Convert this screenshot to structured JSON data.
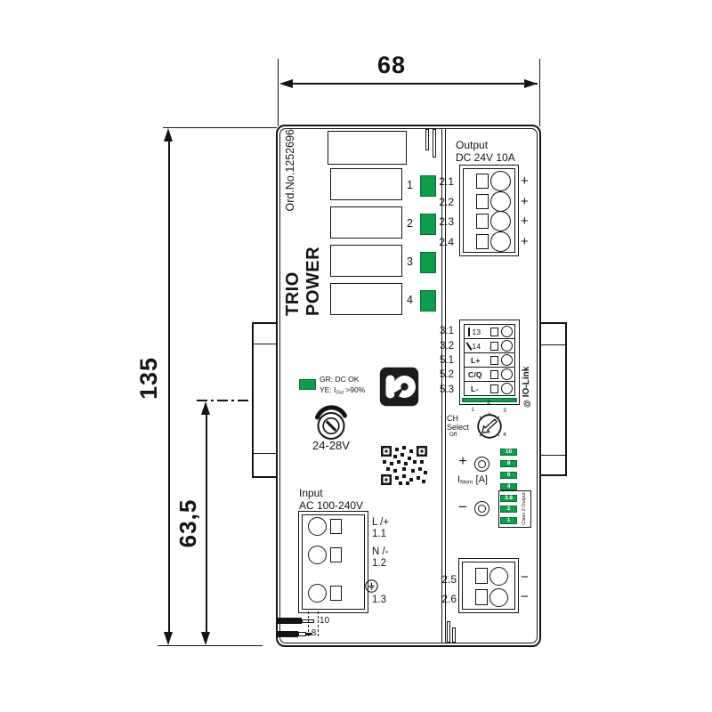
{
  "drawing": {
    "width_dim": "68",
    "height_dim": "135",
    "offset_dim": "63,5",
    "strip_solid": "10",
    "strip_ferrule": "8"
  },
  "device": {
    "brand": "TRIO POWER",
    "order_no": "Ord.No.1252696",
    "channel_labels": [
      "1",
      "2",
      "3",
      "4"
    ],
    "status_led": {
      "line1": "GR: DC OK",
      "line2_pre": "YE: I",
      "line2_sub": "Out",
      "line2_post": " >90%"
    },
    "pot_label": "24-28V",
    "output": {
      "title": "Output",
      "subtitle": "DC 24V 10A",
      "terminals": [
        "2.1",
        "2.2",
        "2.3",
        "2.4"
      ],
      "polarity": "+"
    },
    "signal": {
      "terminals": [
        "3.1",
        "3.2",
        "5.1",
        "5.2",
        "5.3"
      ],
      "pins": [
        "13",
        "14",
        "L+",
        "C/Q",
        "L-"
      ],
      "iolink_icon": "@",
      "iolink_label": "IO-Link"
    },
    "selector": {
      "line1": "CH",
      "line2": "Select",
      "pos_off": "Off",
      "pos_1": "1",
      "pos_2": "2",
      "pos_3": "3",
      "pos_4": "4"
    },
    "adjust": {
      "plus": "+",
      "minus": "−",
      "inom_pre": "I",
      "inom_sub": "Nom",
      "inom_post": " [A]"
    },
    "current_values": [
      "10",
      "8",
      "6",
      "4",
      "3.8",
      "2",
      "1"
    ],
    "class2_label": "Class 2 Output",
    "bottom_output": {
      "terminals": [
        "2.5",
        "2.6"
      ],
      "polarity": "−"
    },
    "input": {
      "title": "Input",
      "subtitle": "AC 100-240V",
      "l_label": "L /+",
      "l_term": "1.1",
      "n_label": "N /-",
      "n_term": "1.2",
      "pe_term": "1.3"
    }
  },
  "colors": {
    "green": "#0f9c4d",
    "line": "#141414"
  }
}
